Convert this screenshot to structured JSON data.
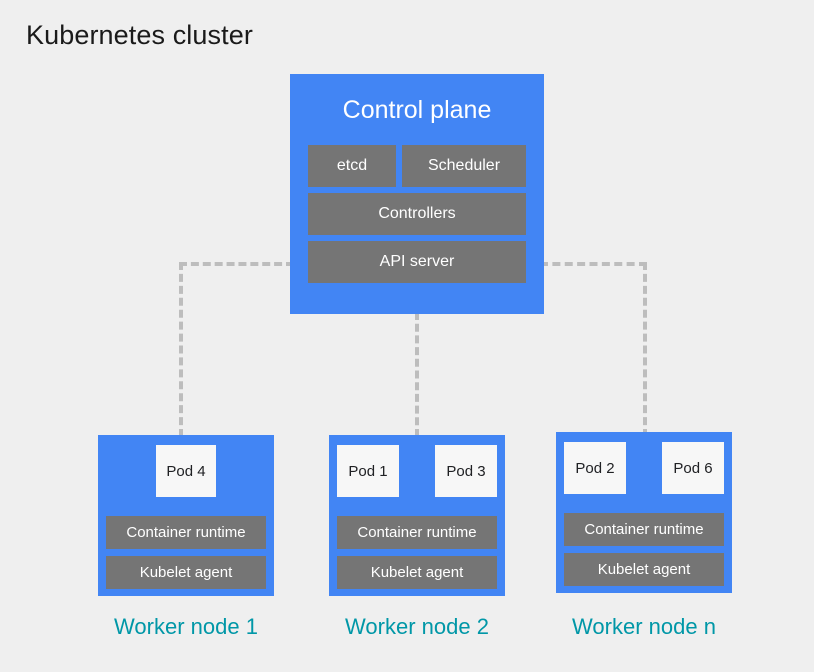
{
  "diagram": {
    "title": "Kubernetes cluster",
    "colors": {
      "background": "#efefef",
      "node_blue": "#4285f4",
      "component_gray": "#757575",
      "pod_white": "#f7f7f7",
      "caption_teal": "#0097a7",
      "connector_gray": "#bdbdbd"
    }
  },
  "control_plane": {
    "title": "Control plane",
    "components": [
      {
        "label": "etcd"
      },
      {
        "label": "Scheduler"
      },
      {
        "label": "Controllers"
      },
      {
        "label": "API server"
      }
    ]
  },
  "worker_nodes": [
    {
      "caption": "Worker node 1",
      "pods": [
        {
          "label": "Pod 4"
        }
      ],
      "runtime_label": "Container runtime",
      "kubelet_label": "Kubelet agent"
    },
    {
      "caption": "Worker node 2",
      "pods": [
        {
          "label": "Pod 1"
        },
        {
          "label": "Pod 3"
        }
      ],
      "runtime_label": "Container runtime",
      "kubelet_label": "Kubelet agent"
    },
    {
      "caption": "Worker node n",
      "pods": [
        {
          "label": "Pod 2"
        },
        {
          "label": "Pod 6"
        }
      ],
      "runtime_label": "Container runtime",
      "kubelet_label": "Kubelet agent"
    }
  ]
}
